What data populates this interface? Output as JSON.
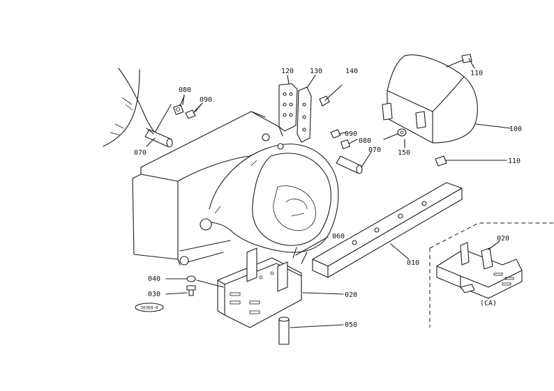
{
  "part_labels": {
    "p010": "010",
    "p020": "020",
    "p020_ca": "020",
    "p030": "030",
    "p040": "040",
    "p050": "050",
    "p060": "060",
    "p070_left": "070",
    "p070_right": "070",
    "p080_left": "080",
    "p080_right": "080",
    "p090_left": "090",
    "p090_right": "090",
    "p100": "100",
    "p110_top": "110",
    "p110_bottom": "110",
    "p120": "120",
    "p130": "130",
    "p140": "140",
    "p150": "150"
  },
  "variant_label": "(CA)",
  "drawing_number": "J0369-0"
}
